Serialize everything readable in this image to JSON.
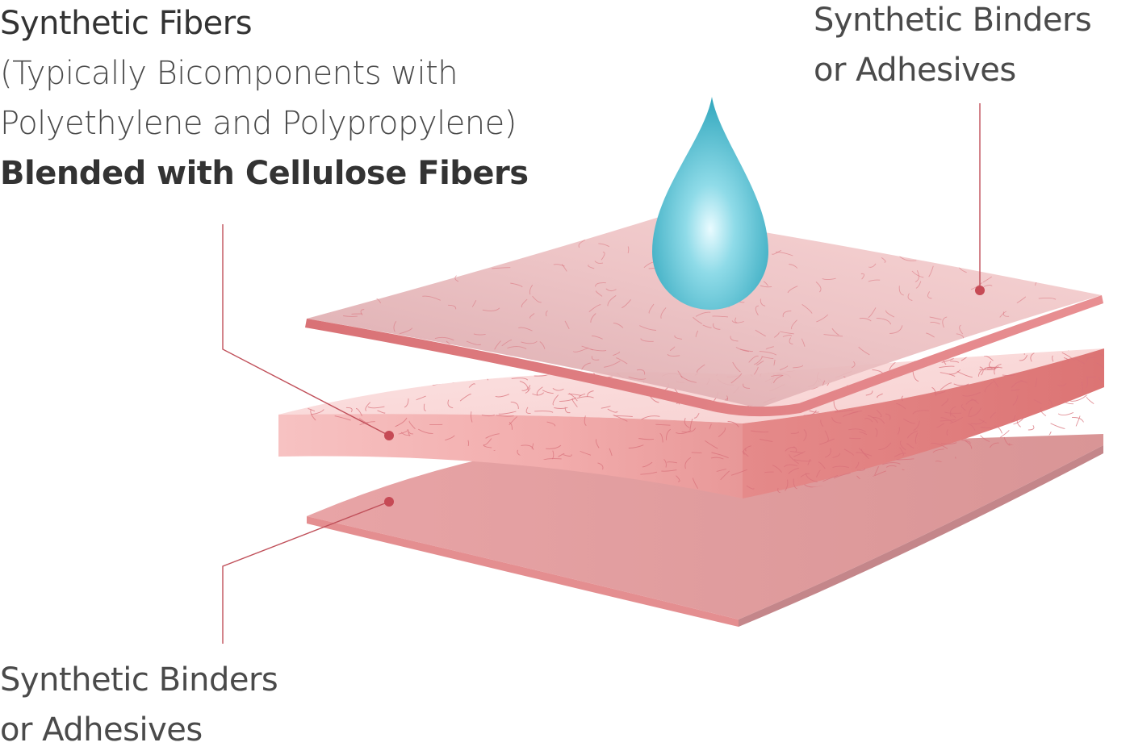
{
  "labels": {
    "middle_layer": {
      "line1": "Synthetic Fibers",
      "line2": "(Typically Bicomponents with",
      "line3": "Polyethylene and Polypropylene)",
      "line4": "Blended with Cellulose Fibers"
    },
    "top_layer": {
      "line1": "Synthetic Binders",
      "line2": "or Adhesives"
    },
    "bottom_layer": {
      "line1": "Synthetic Binders",
      "line2": "or Adhesives"
    }
  },
  "colors": {
    "leader_line": "#c0505a",
    "leader_dot": "#c64a55",
    "droplet": "#3fb3c8",
    "layer_fill": "#f2b8b8",
    "layer_edge": "#e07878",
    "fiber": "#d8707a"
  }
}
